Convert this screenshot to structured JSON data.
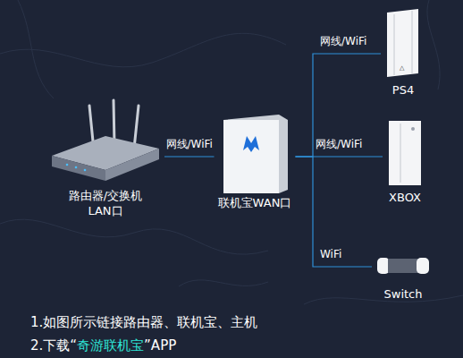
{
  "diagram": {
    "nodes": [
      {
        "text": [
          "路由器/交换机 LAN口"
        ]
      },
      {
        "text": [
          "联机宝WAN口"
        ]
      },
      {
        "text": [
          "PS4"
        ]
      },
      {
        "text": [
          "XBOX"
        ]
      },
      {
        "text": [
          "Switch"
        ]
      }
    ],
    "edges": [
      {
        "from": 0,
        "to": 1,
        "label": "网线/WiFi",
        "arrow": "none"
      },
      {
        "from": 1,
        "to": 2,
        "label": "网线/WiFi",
        "arrow": "none"
      },
      {
        "from": 1,
        "to": 3,
        "label": "网线/WiFi",
        "arrow": "none"
      },
      {
        "from": 1,
        "to": 4,
        "label": "WiFi",
        "arrow": "none"
      }
    ],
    "labels": [
      "1.如图所示链接路由器、联机宝、主机",
      "2.下载“",
      "奇游联机宝",
      "”APP"
    ]
  }
}
